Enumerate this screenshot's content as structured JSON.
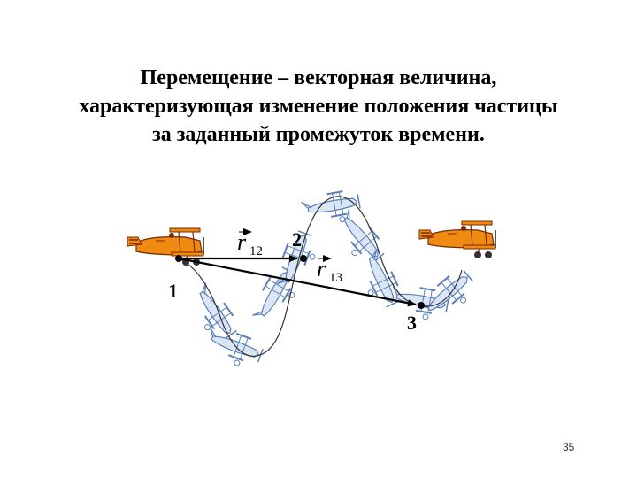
{
  "title": {
    "line1": "Перемещение – векторная величина,",
    "line2": "характеризующая изменение положения частицы",
    "line3": "за заданный промежуток времени."
  },
  "points": {
    "p1": "1",
    "p2": "2",
    "p3": "3"
  },
  "vectors": {
    "r12": {
      "letter": "r",
      "subscript": "12"
    },
    "r13": {
      "letter": "r",
      "subscript": "13"
    }
  },
  "colors": {
    "plane_body": "#f08a10",
    "plane_dark": "#7a2a00",
    "ghost_plane": "#5a7fb8",
    "path": "#333333",
    "vector": "#000000"
  },
  "icons": [
    "biplane-icon",
    "ghost-biplane-icon",
    "point-marker"
  ],
  "page_number": "35"
}
